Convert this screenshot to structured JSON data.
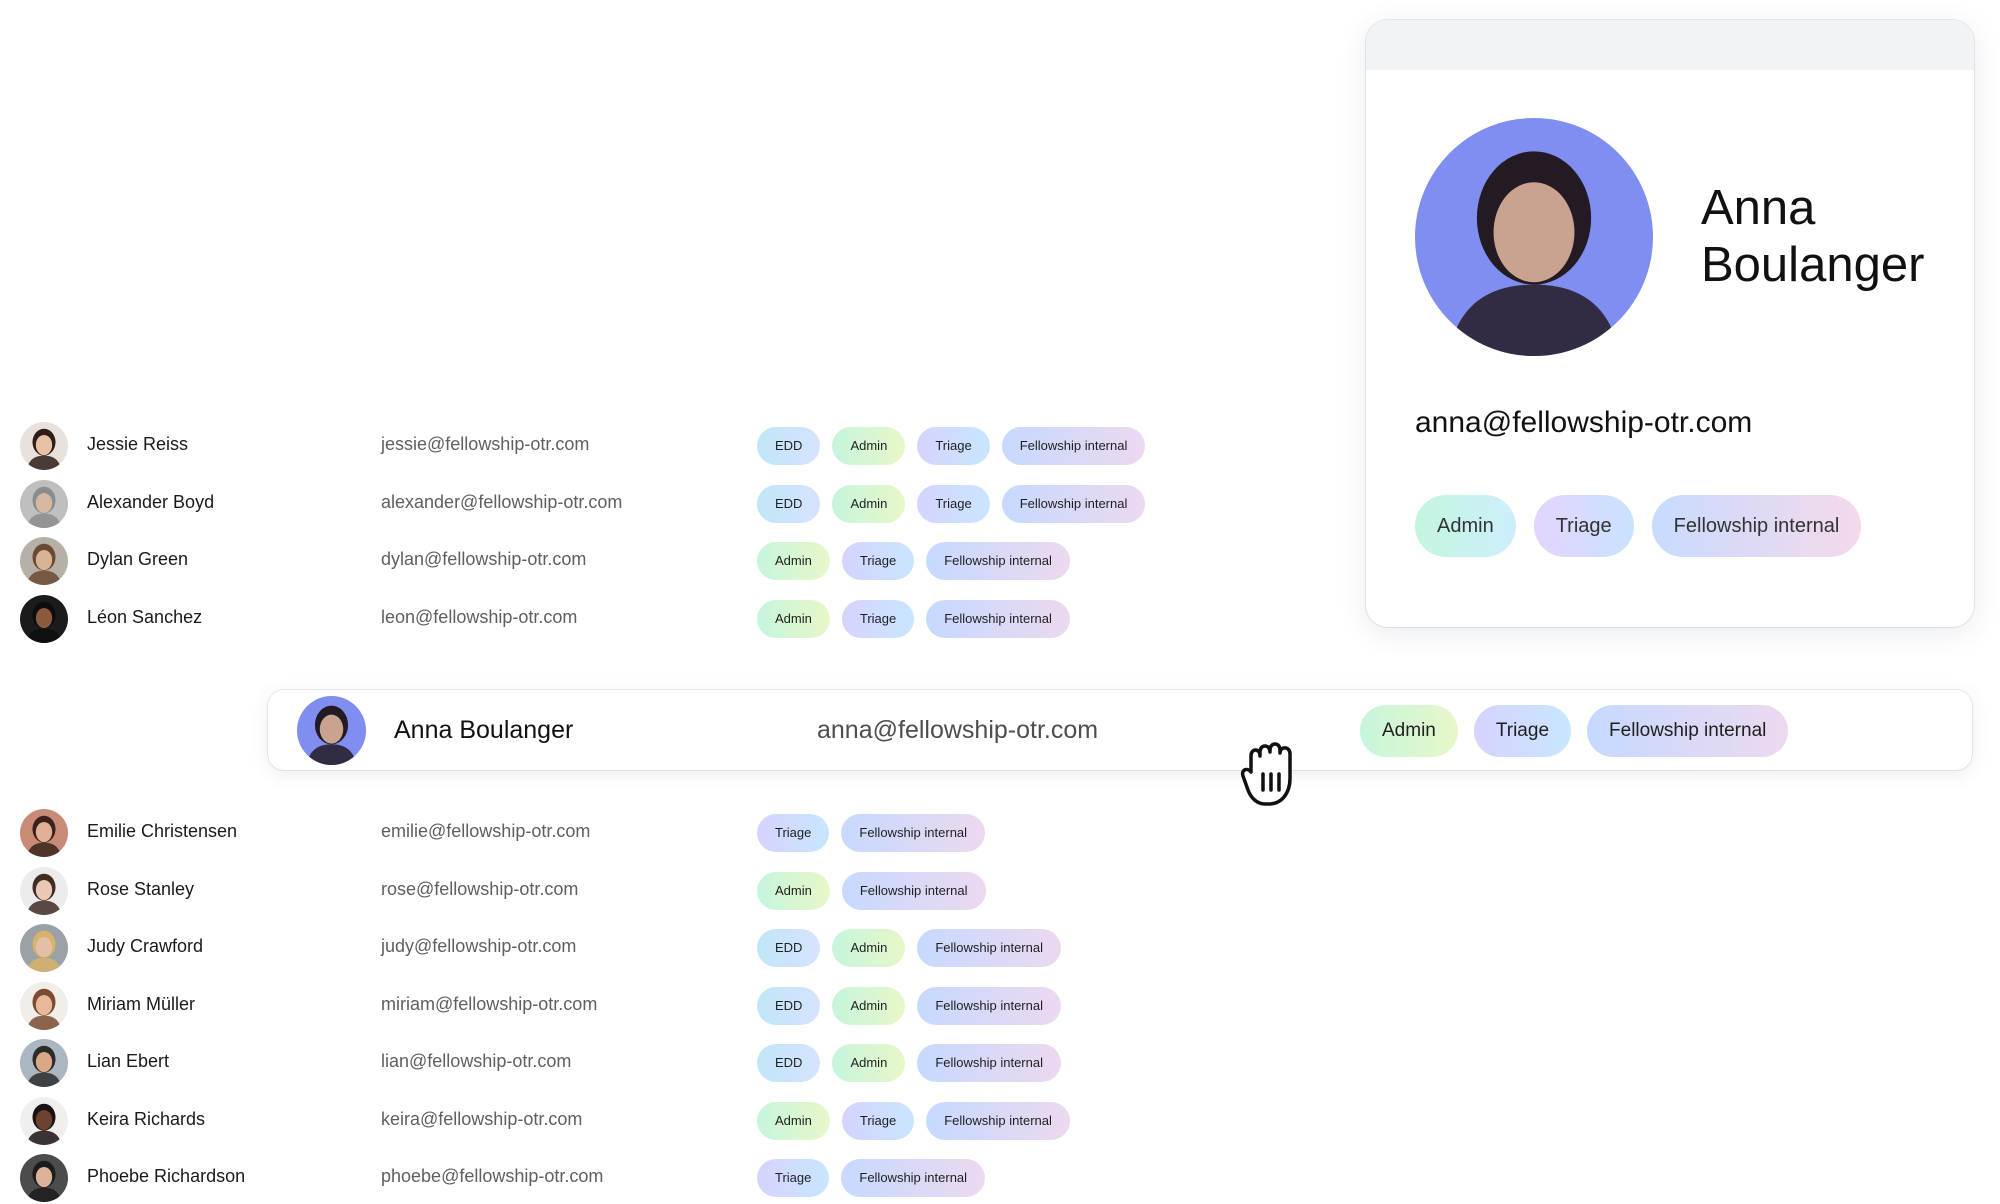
{
  "users_top": [
    {
      "name": "Jessie Reiss",
      "email": "jessie@fellowship-otr.com",
      "tags": [
        "EDD",
        "Admin",
        "Triage",
        "Fellowship internal"
      ],
      "avatar": {
        "bg": "#e8e1dc",
        "skin": "#e9c2a6",
        "hair": "#2d1f17"
      }
    },
    {
      "name": "Alexander Boyd",
      "email": "alexander@fellowship-otr.com",
      "tags": [
        "EDD",
        "Admin",
        "Triage",
        "Fellowship internal"
      ],
      "avatar": {
        "bg": "#bfbfbf",
        "skin": "#d6b79f",
        "hair": "#8c8c8c"
      }
    },
    {
      "name": "Dylan Green",
      "email": "dylan@fellowship-otr.com",
      "tags": [
        "Admin",
        "Triage",
        "Fellowship internal"
      ],
      "avatar": {
        "bg": "#b7b0a6",
        "skin": "#d9b395",
        "hair": "#6b4a32"
      }
    },
    {
      "name": "Léon Sanchez",
      "email": "leon@fellowship-otr.com",
      "tags": [
        "Admin",
        "Triage",
        "Fellowship internal"
      ],
      "avatar": {
        "bg": "#1b1b1b",
        "skin": "#8a5a3c",
        "hair": "#0d0d0d"
      }
    }
  ],
  "dragged_user": {
    "name": "Anna Boulanger",
    "email": "anna@fellowship-otr.com",
    "tags": [
      "Admin",
      "Triage",
      "Fellowship internal"
    ],
    "avatar": {
      "bg": "#7f8ef0",
      "skin": "#c9a390",
      "hair": "#231a24"
    }
  },
  "users_bottom": [
    {
      "name": "Emilie Christensen",
      "email": "emilie@fellowship-otr.com",
      "tags": [
        "Triage",
        "Fellowship internal"
      ],
      "avatar": {
        "bg": "#c98a78",
        "skin": "#e2b097",
        "hair": "#3a231b"
      }
    },
    {
      "name": "Rose Stanley",
      "email": "rose@fellowship-otr.com",
      "tags": [
        "Admin",
        "Fellowship internal"
      ],
      "avatar": {
        "bg": "#ececec",
        "skin": "#ebc8b3",
        "hair": "#3f2d24"
      }
    },
    {
      "name": "Judy Crawford",
      "email": "judy@fellowship-otr.com",
      "tags": [
        "EDD",
        "Admin",
        "Fellowship internal"
      ],
      "avatar": {
        "bg": "#9aa2a8",
        "skin": "#e4bea5",
        "hair": "#d8b26a"
      }
    },
    {
      "name": "Miriam Müller",
      "email": "miriam@fellowship-otr.com",
      "tags": [
        "EDD",
        "Admin",
        "Fellowship internal"
      ],
      "avatar": {
        "bg": "#f1ede9",
        "skin": "#e8b899",
        "hair": "#7a4b2f"
      }
    },
    {
      "name": "Lian Ebert",
      "email": "lian@fellowship-otr.com",
      "tags": [
        "EDD",
        "Admin",
        "Fellowship internal"
      ],
      "avatar": {
        "bg": "#aab7c0",
        "skin": "#d9a887",
        "hair": "#2b2b2b"
      }
    },
    {
      "name": "Keira Richards",
      "email": "keira@fellowship-otr.com",
      "tags": [
        "Admin",
        "Triage",
        "Fellowship internal"
      ],
      "avatar": {
        "bg": "#f0efed",
        "skin": "#6b4330",
        "hair": "#1a1210"
      }
    },
    {
      "name": "Phoebe Richardson",
      "email": "phoebe@fellowship-otr.com",
      "tags": [
        "Triage",
        "Fellowship internal"
      ],
      "avatar": {
        "bg": "#4c4c4c",
        "skin": "#dcb39a",
        "hair": "#1c1c1c"
      }
    }
  ],
  "profile_card": {
    "name_line1": "Anna",
    "name_line2": "Boulanger",
    "email": "anna@fellowship-otr.com",
    "tags": [
      "Admin",
      "Triage",
      "Fellowship internal"
    ]
  },
  "icons": {
    "cursor": "grab-hand-icon"
  }
}
